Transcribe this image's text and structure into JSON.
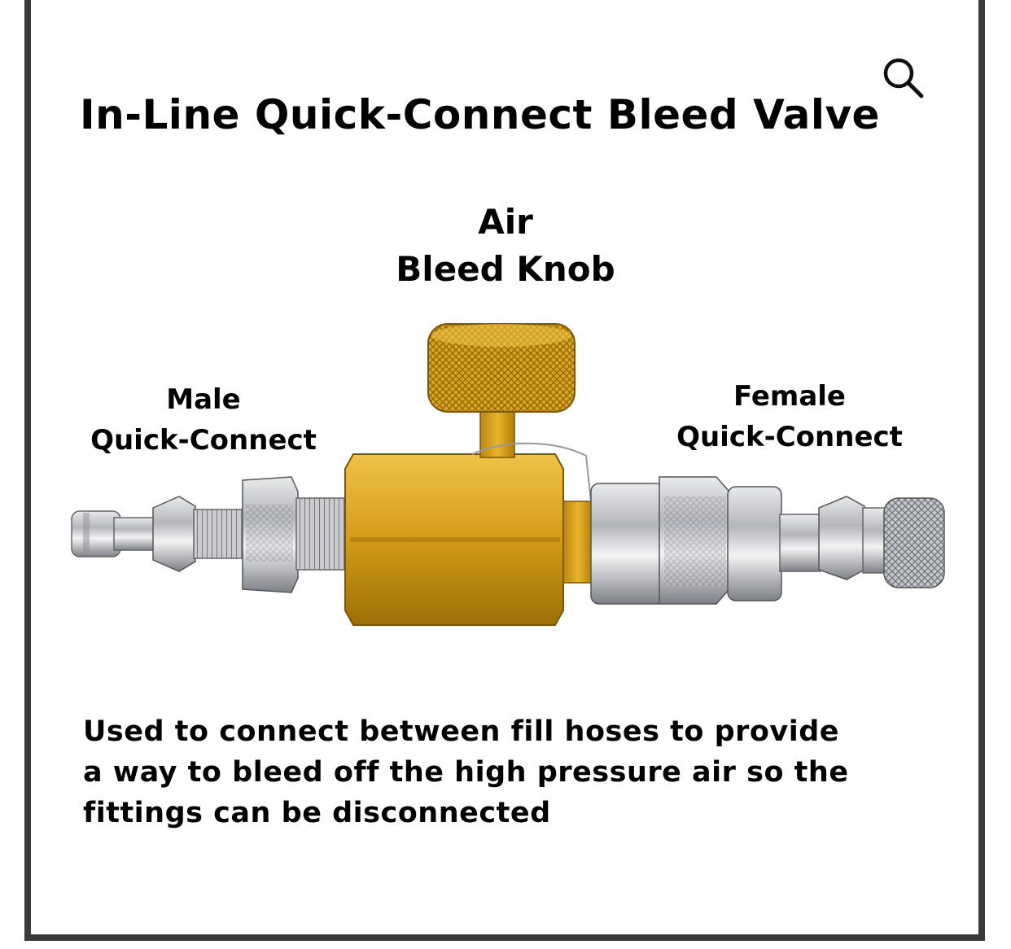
{
  "title": "In-Line Quick-Connect Bleed Valve",
  "labels": {
    "air_line1": "Air",
    "air_line2": "Bleed Knob",
    "male_line1": "Male",
    "male_line2": "Quick-Connect",
    "female_line1": "Female",
    "female_line2": "Quick-Connect"
  },
  "description": {
    "line1": "Used to connect between fill hoses to provide",
    "line2": "a way to bleed off the high pressure air so the",
    "line3": "fittings can be disconnected"
  },
  "icons": {
    "zoom": "magnifier-icon"
  },
  "colors": {
    "frame": "#3a3a3a",
    "brass": "#d6a21e",
    "steel": "#b9bcc0"
  }
}
